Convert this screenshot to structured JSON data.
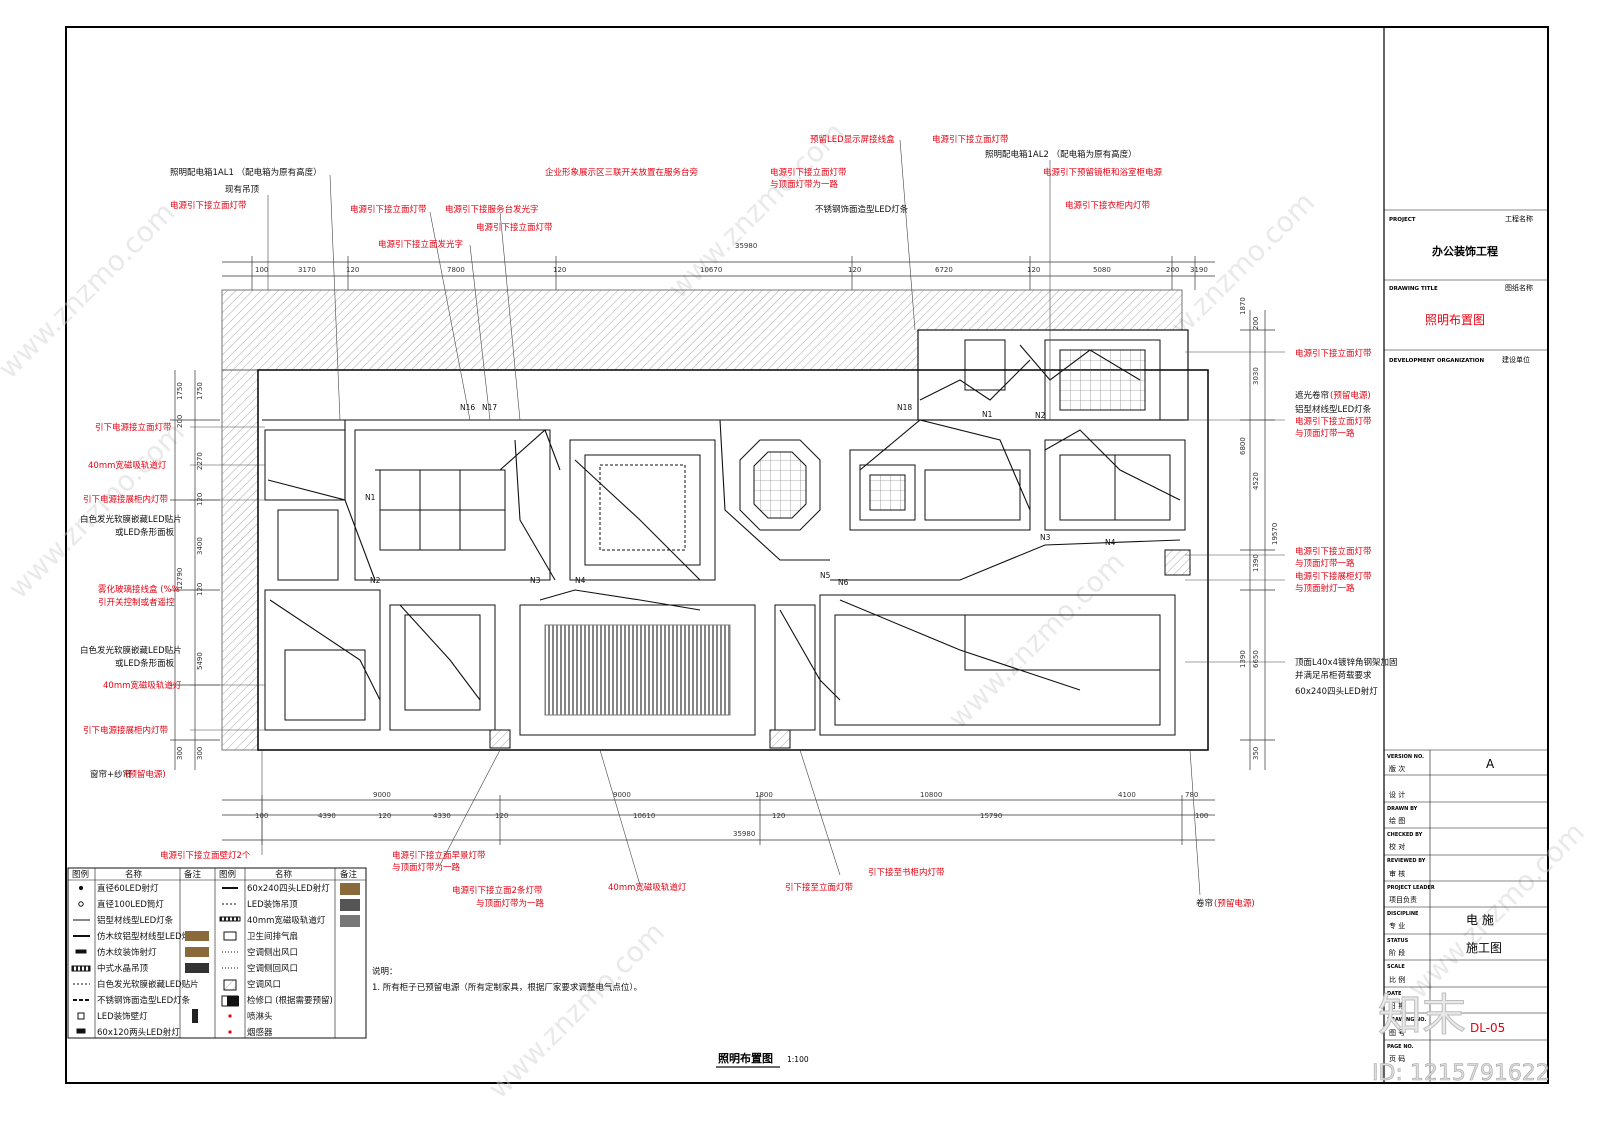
{
  "colors": {
    "annotation_red": "#e60012",
    "line": "#111111",
    "hatch": "#9a9a9a"
  },
  "title_block": {
    "project_label": "PROJECT",
    "project_cn": "工程名称",
    "project_name": "办公装饰工程",
    "drawing_title_label": "DRAWING TITLE",
    "drawing_title_cn": "图纸名称",
    "drawing_title": "照明布置图",
    "dev_org_label": "DEVELOPMENT ORGANIZATION",
    "dev_org_cn": "建设单位",
    "version_label": "VERSION NO.",
    "version_cn": "版 次",
    "version": "A",
    "design_cn": "设 计",
    "drawn_label": "DRAWN BY",
    "drawn_cn": "绘 图",
    "checked_label": "CHECKED BY",
    "checked_cn": "校 对",
    "reviewed_label": "REVIEWED BY",
    "reviewed_cn": "审 核",
    "leader_label": "PROJECT LEADER",
    "leader_cn": "项目负责",
    "discipline_label": "DISCIPLINE",
    "discipline_cn": "专 业",
    "discipline": "电 施",
    "status_label": "STATUS",
    "status_cn": "阶 段",
    "status": "施工图",
    "scale_label": "SCALE",
    "scale_cn": "比 例",
    "date_label": "DATE",
    "date_cn": "日 期",
    "drawing_no_label": "DRAWING NO.",
    "drawing_no_cn": "图 号",
    "drawing_no": "DL-05",
    "page_label": "PAGE NO.",
    "page_cn": "页 码"
  },
  "drawing": {
    "title": "照明布置图",
    "scale": "1:100",
    "notes_title": "说明：",
    "note_1": "1. 所有柜子已预留电源（所有定制家具，根据厂家要求调整电气点位）。"
  },
  "top_labels": {
    "t1": "照明配电箱1AL1 （配电箱为原有高度）",
    "t2": "现有吊顶",
    "t3": "电源引下接立面灯带",
    "t4": "电源引下接立面灯带",
    "t5": "电源引下接服务台发光字",
    "t6": "电源引下接立面灯带",
    "t7": "电源引下接立面发光字",
    "t8": "企业形象展示区三联开关放置在服务台旁",
    "t9": "电源引下接立面灯带",
    "t10": "与顶面灯带为一路",
    "t11": "预留LED显示屏接线盒",
    "t12": "不锈钢饰面造型LED灯条",
    "t13": "电源引下接立面灯带",
    "t14": "照明配电箱1AL2 （配电箱为原有高度）",
    "t15": "电源引下预留镜柜和浴室柜电源",
    "t16": "电源引下接衣柜内灯带"
  },
  "left_labels": {
    "l1": "引下电源接立面灯带",
    "l2": "40mm宽磁吸轨道灯",
    "l3": "引下电源接展柜内灯带",
    "l4": "白色发光软膜嵌藏LED贴片",
    "l5": "或LED条形面板",
    "l6": "雾化玻璃接线盒 (%%",
    "l7": "引开关控制或者遥控",
    "l8": "白色发光软膜嵌藏LED贴片",
    "l9": "或LED条形面板",
    "l10": "40mm宽磁吸轨道灯",
    "l11": "引下电源接展柜内灯带",
    "l12": "窗帘+纱帘",
    "l13": "(预留电源)"
  },
  "right_labels": {
    "r1": "电源引下接立面灯带",
    "r2": "遮光卷帘",
    "r3": "(预留电源)",
    "r4": "铝型材线型LED灯条",
    "r5": "电源引下接立面灯带",
    "r6": "与顶面灯带一路",
    "r7": "电源引下接立面灯带",
    "r8": "与顶面灯带一路",
    "r9": "电源引下接展柜灯带",
    "r10": "与顶面射灯一路",
    "r11": "顶面L40x4镀锌角钢架加固",
    "r12": "并满足吊柜荷载要求",
    "r13": "60x240四头LED射灯"
  },
  "bottom_labels": {
    "b1": "电源引下接立面壁灯2个",
    "b2": "电源引下接立面早景灯带",
    "b3": "与顶面灯带为一路",
    "b4": "电源引下接立面2条灯带",
    "b5": "与顶面灯带为一路",
    "b6": "40mm宽磁吸轨道灯",
    "b7": "引下接至立面灯带",
    "b8": "引下接至书柜内灯带",
    "b9": "卷帘",
    "b10": "(预留电源)"
  },
  "dimensions": {
    "total": "35980",
    "top": [
      "100",
      "3170",
      "120",
      "7800",
      "120",
      "10670",
      "120",
      "6720",
      "120",
      "5080",
      "200",
      "3190"
    ],
    "bottom1": [
      "9000",
      "9000",
      "1800",
      "10800",
      "4100",
      "780"
    ],
    "bottom2": [
      "100",
      "4390",
      "120",
      "4330",
      "120",
      "10610",
      "120",
      "15790",
      "100"
    ],
    "left": [
      "1750",
      "1750",
      "200",
      "2270",
      "120",
      "3400",
      "12790",
      "120",
      "5490",
      "300",
      "300"
    ],
    "right": [
      "1870",
      "200",
      "3030",
      "6800",
      "4520",
      "19570",
      "1390",
      "6650",
      "1390",
      "350"
    ]
  },
  "nodes": [
    "N16",
    "N17",
    "N18",
    "N1",
    "N1",
    "N2",
    "N3",
    "N4",
    "N5",
    "N6",
    "N2",
    "N3",
    "N4"
  ],
  "legend": {
    "head_symbol": "图例",
    "head_name": "名称",
    "head_note": "备注",
    "left_items": [
      "直径60LED射灯",
      "直径100LED筒灯",
      "铝型材线型LED灯条",
      "仿木纹铝型材线型LED灯条",
      "仿木纹装饰射灯",
      "中式水晶吊顶",
      "白色发光软膜嵌藏LED贴片",
      "不锈钢饰面造型LED灯条",
      "LED装饰壁灯",
      "60x120两头LED射灯"
    ],
    "right_items": [
      "60x240四头LED射灯",
      "LED装饰吊顶",
      "40mm宽磁吸轨道灯",
      "卫生间排气扇",
      "空调侧出风口",
      "空调侧回风口",
      "空调风口",
      "检修口 (根据需要预留)",
      "喷淋头",
      "烟感器"
    ]
  },
  "watermark": {
    "brand": "知末",
    "id_text": "ID: 1215791622",
    "site": "www.znzmo.com"
  }
}
